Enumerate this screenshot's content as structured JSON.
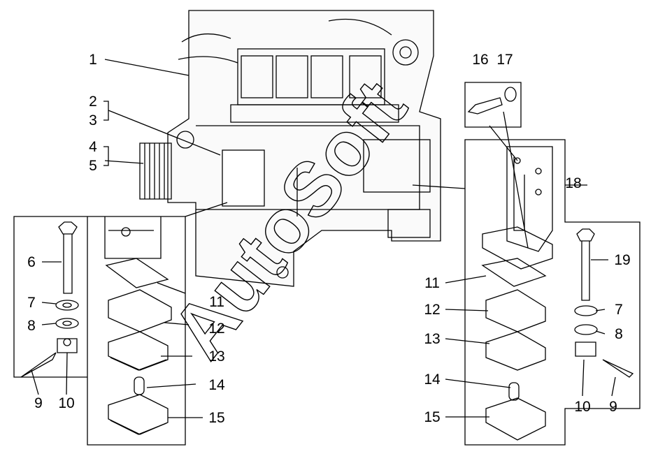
{
  "watermark": "AutoSoft",
  "callouts_left": {
    "c1": "1",
    "c2": "2",
    "c3": "3",
    "c4": "4",
    "c5": "5",
    "c6": "6",
    "c7": "7",
    "c8": "8",
    "c9": "9",
    "c10": "10",
    "c11": "11",
    "c12": "12",
    "c13": "13",
    "c14": "14",
    "c15": "15"
  },
  "callouts_right": {
    "c16": "16",
    "c17": "17",
    "c18": "18",
    "c19": "19",
    "c11": "11",
    "c12": "12",
    "c13": "13",
    "c14": "14",
    "c15": "15",
    "c7": "7",
    "c8": "8",
    "c9": "9",
    "c10": "10"
  }
}
